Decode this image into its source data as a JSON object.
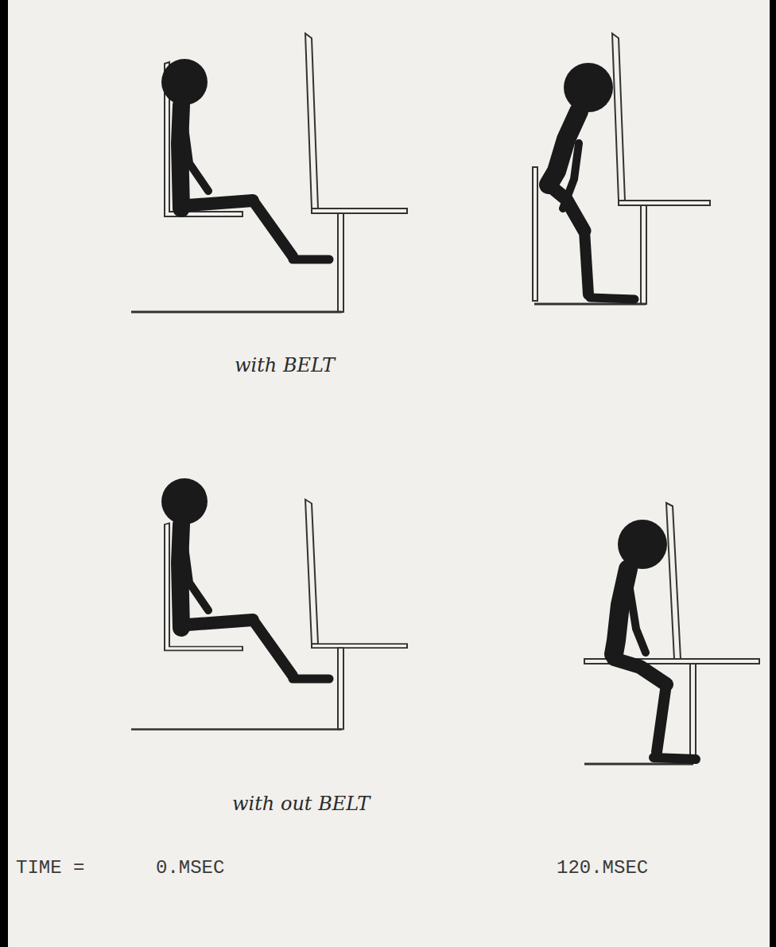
{
  "diagram": {
    "labels": [
      "with BELT",
      "with out BELT",
      "TIME =",
      "0.MSEC",
      "120.MSEC"
    ]
  }
}
